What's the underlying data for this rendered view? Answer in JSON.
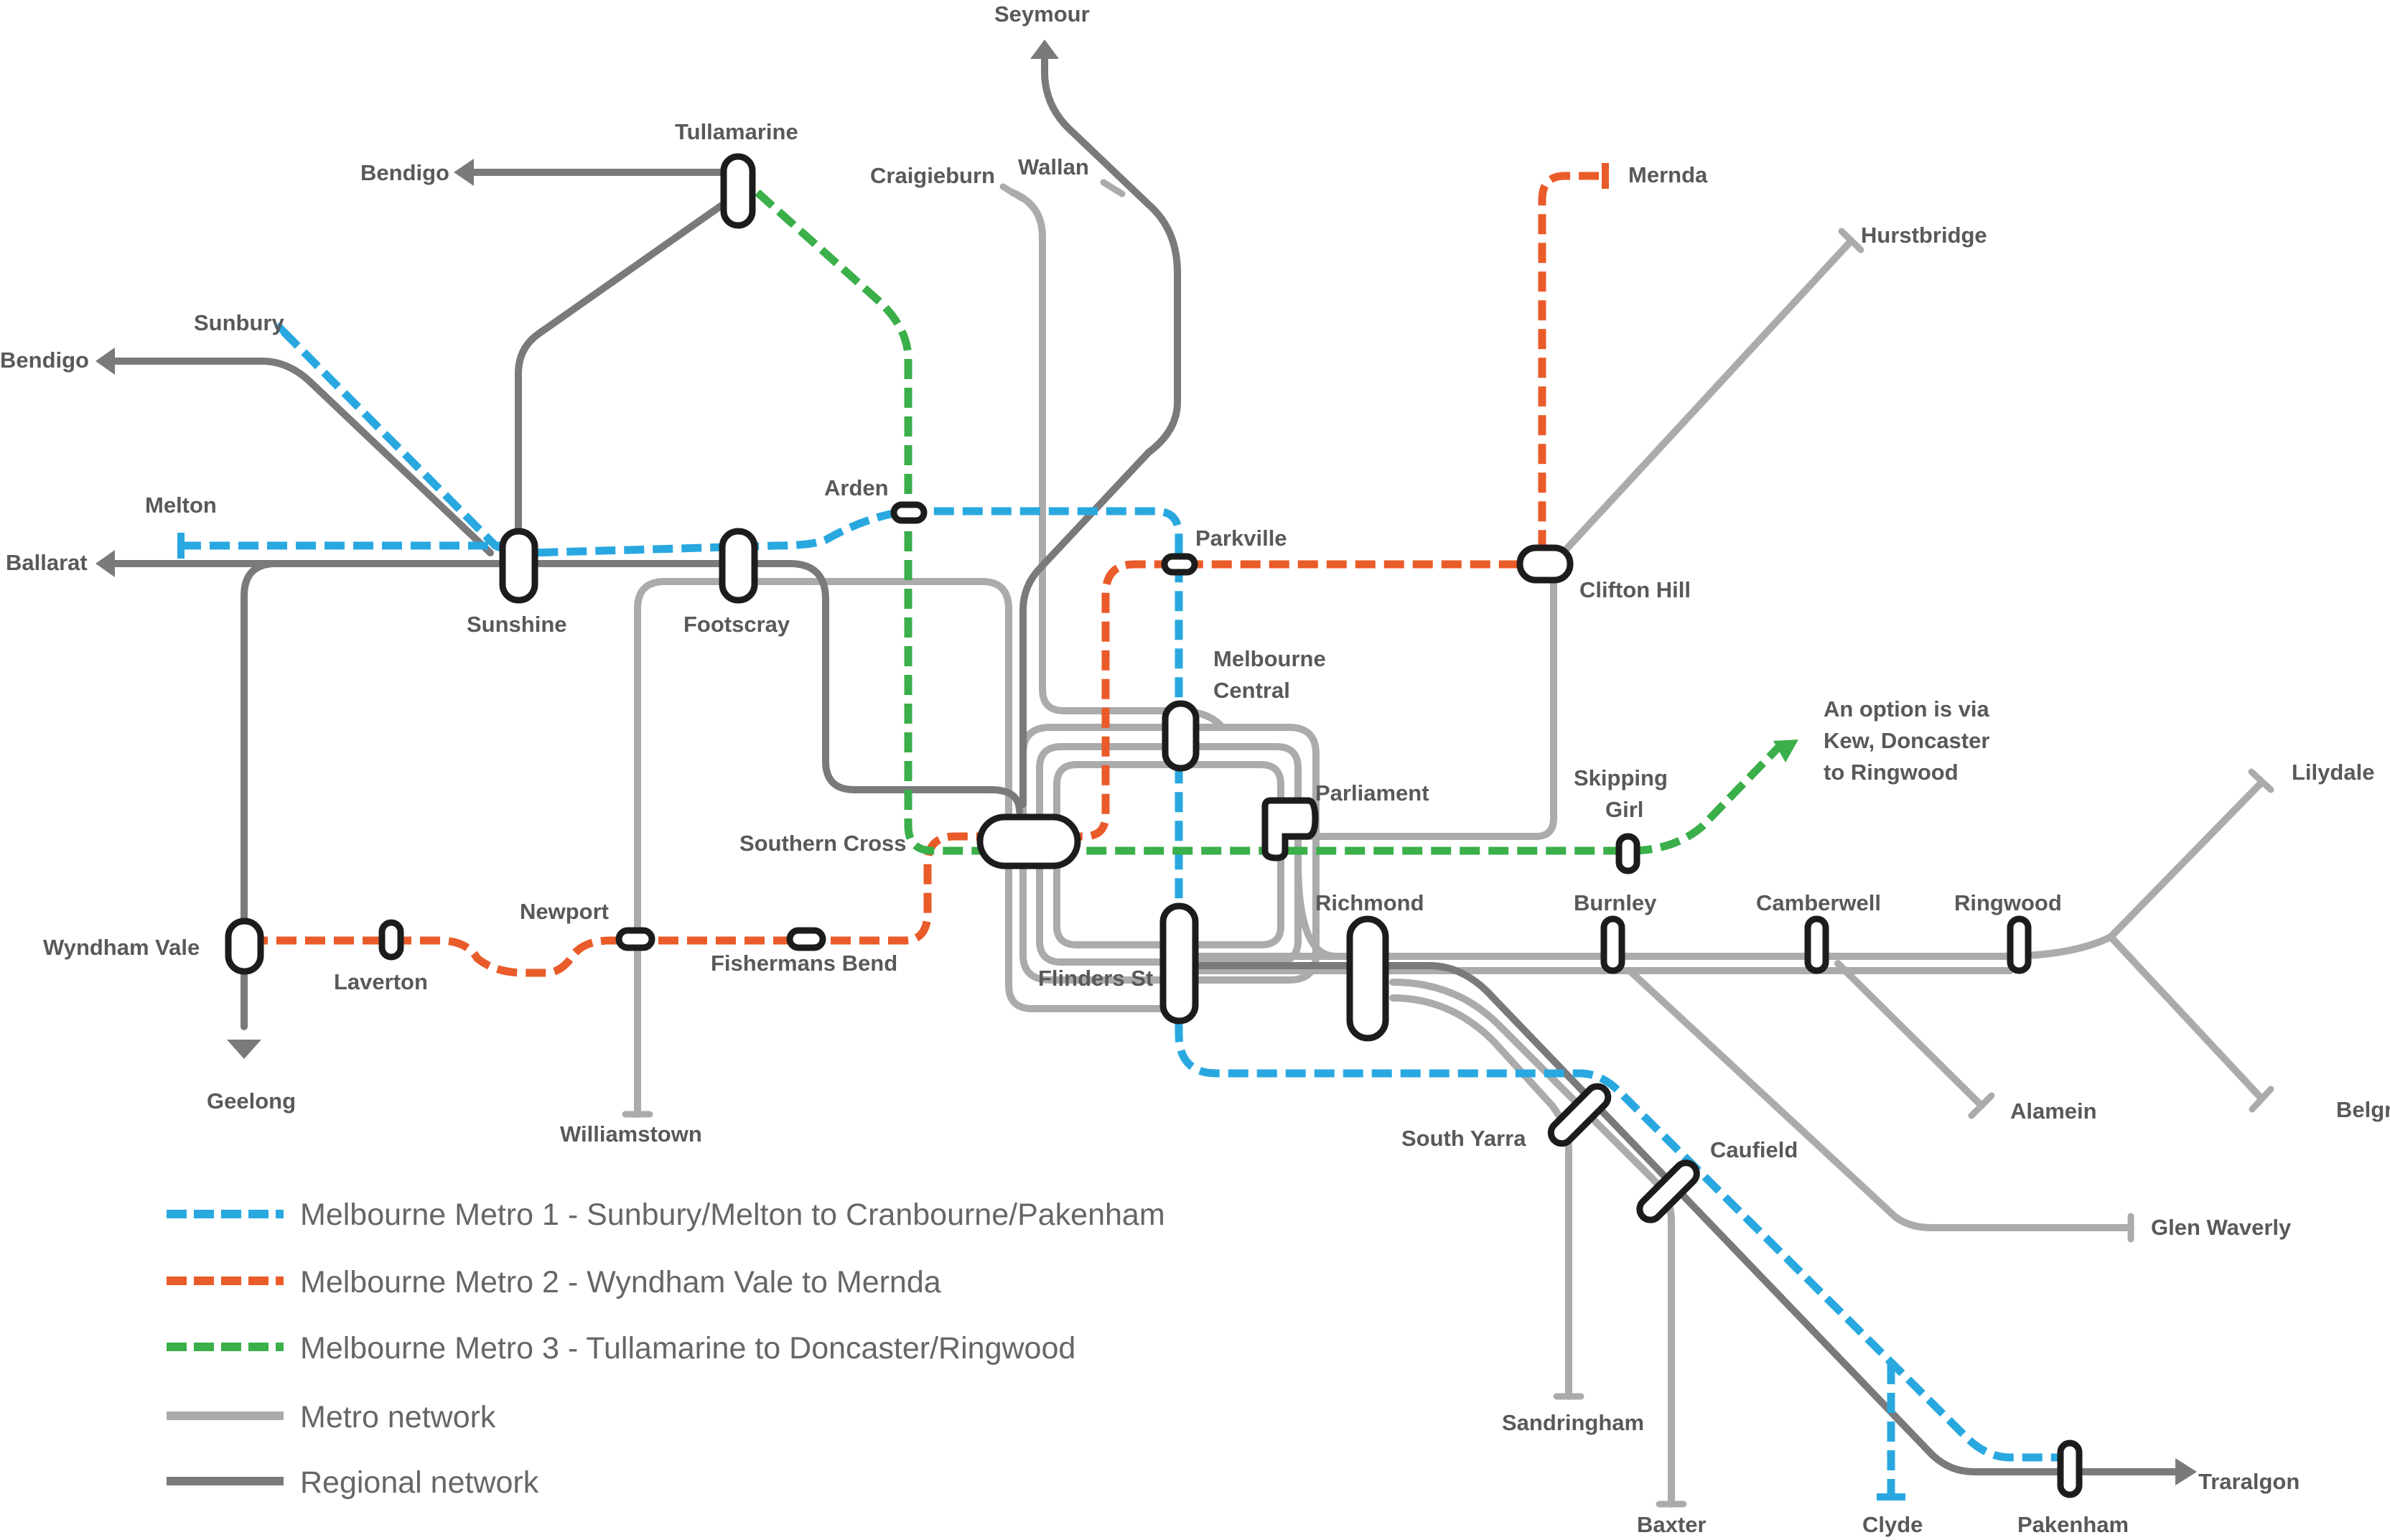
{
  "colors": {
    "metro_network": "#ababab",
    "regional_network": "#7a7a7c",
    "melbourne_metro_1": "#29a8e0",
    "melbourne_metro_2": "#ea5b2a",
    "melbourne_metro_3": "#3aaf4a",
    "label": "#595959",
    "station_outline": "#1c1c1c"
  },
  "labels": {
    "seymour": "Seymour",
    "tullamarine": "Tullamarine",
    "bendigo_top": "Bendigo",
    "craigieburn": "Craigieburn",
    "wallan": "Wallan",
    "mernda": "Mernda",
    "hurstbridge": "Hurstbridge",
    "sunbury": "Sunbury",
    "bendigo_left": "Bendigo",
    "melton": "Melton",
    "ballarat": "Ballarat",
    "arden": "Arden",
    "parkville": "Parkville",
    "clifton_hill": "Clifton Hill",
    "sunshine": "Sunshine",
    "footscray": "Footscray",
    "melbourne_central_1": "Melbourne",
    "melbourne_central_2": "Central",
    "note_1": "An option is via",
    "note_2": "Kew, Doncaster",
    "note_3": "to Ringwood",
    "lilydale": "Lilydale",
    "parliament": "Parliament",
    "skipping_girl_1": "Skipping",
    "skipping_girl_2": "Girl",
    "southern_cross": "Southern Cross",
    "newport": "Newport",
    "richmond": "Richmond",
    "burnley": "Burnley",
    "camberwell": "Camberwell",
    "ringwood": "Ringwood",
    "wyndham_vale": "Wyndham Vale",
    "laverton": "Laverton",
    "fishermans_bend": "Fishermans Bend",
    "flinders_st": "Flinders St",
    "geelong": "Geelong",
    "williamstown": "Williamstown",
    "alamein": "Alamein",
    "belgrave": "Belgrave",
    "south_yarra": "South Yarra",
    "caufield": "Caufield",
    "glen_waverly": "Glen Waverly",
    "sandringham": "Sandringham",
    "baxter": "Baxter",
    "clyde": "Clyde",
    "pakenham": "Pakenham",
    "traralgon": "Traralgon"
  },
  "legend": [
    {
      "label": "Melbourne Metro 1 - Sunbury/Melton to Cranbourne/Pakenham",
      "style": "dashed",
      "color": "#29a8e0"
    },
    {
      "label": "Melbourne Metro 2 - Wyndham Vale to Mernda",
      "style": "dashed",
      "color": "#ea5b2a"
    },
    {
      "label": "Melbourne Metro 3 - Tullamarine to Doncaster/Ringwood",
      "style": "dashed",
      "color": "#3aaf4a"
    },
    {
      "label": "Metro network",
      "style": "solid",
      "color": "#ababab"
    },
    {
      "label": "Regional network",
      "style": "solid",
      "color": "#7a7a7c"
    }
  ]
}
